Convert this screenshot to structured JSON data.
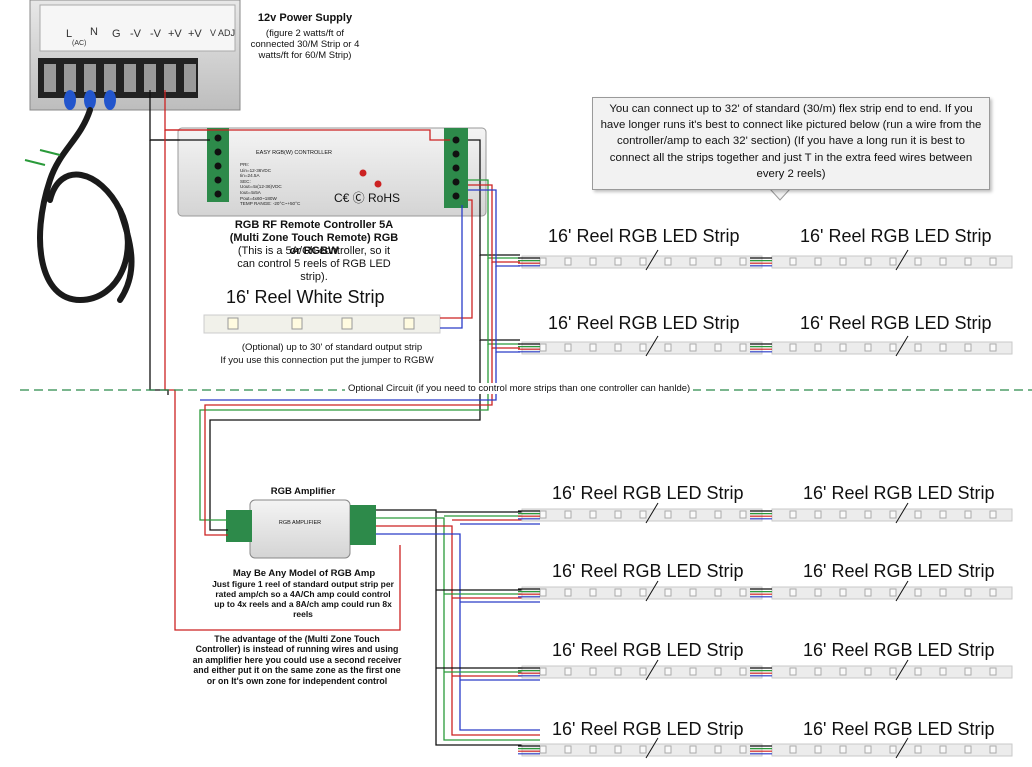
{
  "power_supply": {
    "title": "12v Power Supply",
    "note": "(figure 2 watts/ft of connected 30/M Strip or 4 watts/ft for 60/M Strip)",
    "terminals": [
      "L",
      "N",
      "G",
      "-V",
      "-V",
      "+V",
      "+V",
      "V ADJ"
    ],
    "ac_label": "(AC)"
  },
  "controller": {
    "face_title": "EASY RGB(W) CONTROLLER",
    "face_specs": [
      "PRI:",
      "Uin=12-36VDC",
      "Iin=24.5A",
      "SEC:",
      "Uout=4x(12-36)VDC",
      "Iout=4x5A",
      "Pout=4x60~180W",
      "TEMP RANGE: -20°C~+50°C"
    ],
    "ce_text": "C€ Ⓒ RoHS",
    "title": "RGB RF Remote Controller 5A (Multi Zone Touch Remote) RGB or RGBW",
    "note": "(This is a 5A/Ch controller, so it can control 5  reels of RGB LED strip)."
  },
  "white_strip": {
    "title": "16' Reel White Strip",
    "note": "(Optional) up to 30' of standard output strip",
    "note2": "If you use this connection put the jumper to RGBW"
  },
  "callout_text": "You can connect up to 32' of standard (30/m) flex strip end to end. If you have longer runs it's best to connect like pictured below (run a wire from the controller/amp to each 32' section) (If you have a long run it is best to connect all the strips together and just T in the extra feed wires between every 2 reels)",
  "optional_circuit": "Optional Circuit (if you need to control more strips than one controller can hanlde)",
  "amplifier": {
    "title": "RGB Amplifier",
    "face": "RGB AMPLIFIER",
    "note_title": "May Be Any Model of RGB Amp",
    "note": "Just figure 1 reel of standard output strip per rated amp/ch so a 4A/Ch amp could control up to 4x reels and a 8A/ch amp could run 8x reels"
  },
  "advantage_note": "The advantage of the (Multi Zone Touch Controller) is instead of running wires and using an amplifier here you could use a second receiver and either put it on the same zone as the first one or on It's own zone for independent control",
  "strips": {
    "label": "16' Reel RGB LED Strip",
    "rows": [
      {
        "left": "16' Reel RGB LED Strip",
        "right": "16' Reel RGB LED Strip"
      },
      {
        "left": "16' Reel RGB LED Strip",
        "right": "16' Reel RGB LED Strip"
      },
      {
        "left": "16' Reel RGB LED Strip",
        "right": "16' Reel RGB LED Strip"
      },
      {
        "left": "16' Reel RGB LED Strip",
        "right": "16' Reel RGB LED Strip"
      },
      {
        "left": "16' Reel RGB LED Strip",
        "right": "16' Reel RGB LED Strip"
      },
      {
        "left": "16' Reel RGB LED Strip",
        "right": "16' Reel RGB LED Strip"
      }
    ]
  },
  "colors": {
    "red": "#d42020",
    "green": "#1f9a3a",
    "blue": "#2a3cc8",
    "black": "#111111",
    "teal": "#2a9a78",
    "dash": "#2a8a4a"
  }
}
